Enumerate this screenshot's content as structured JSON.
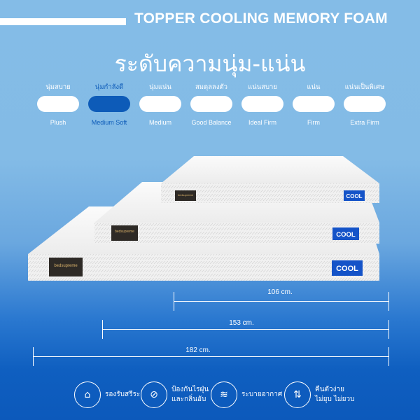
{
  "header": {
    "title": "TOPPER COOLING MEMORY FOAM",
    "heading": "ระดับความนุ่ม-แน่น"
  },
  "firmness": {
    "selected": 1,
    "levels": [
      {
        "th": "นุ่มสบาย",
        "en": "Plush"
      },
      {
        "th": "นุ่มกำลังดี",
        "en": "Medium Soft"
      },
      {
        "th": "นุ่มแน่น",
        "en": "Medium"
      },
      {
        "th": "สมดุลลงตัว",
        "en": "Good Balance"
      },
      {
        "th": "แน่นสบาย",
        "en": "Ideal Firm"
      },
      {
        "th": "แน่น",
        "en": "Firm"
      },
      {
        "th": "แน่นเป็นพิเศษ",
        "en": "Extra Firm"
      }
    ]
  },
  "mattress": {
    "brand": "bedsupreme",
    "badge": "COOL"
  },
  "dimensions": [
    "106 cm.",
    "153 cm.",
    "182 cm."
  ],
  "features": [
    {
      "icon": "body-support-icon",
      "lines": [
        "รองรับสรีระ"
      ]
    },
    {
      "icon": "anti-dust-mite-icon",
      "lines": [
        "ป้องกันไรฝุ่น",
        "และกลิ่นอับ"
      ]
    },
    {
      "icon": "ventilation-icon",
      "lines": [
        "ระบายอากาศ"
      ]
    },
    {
      "icon": "rebound-icon",
      "lines": [
        "คืนตัวง่าย",
        "ไม่ยุบ ไม่ยวบ"
      ]
    }
  ],
  "colors": {
    "selected": "#0d5bb8",
    "cool_badge": "#1453c8",
    "label": "#2e2a26"
  }
}
